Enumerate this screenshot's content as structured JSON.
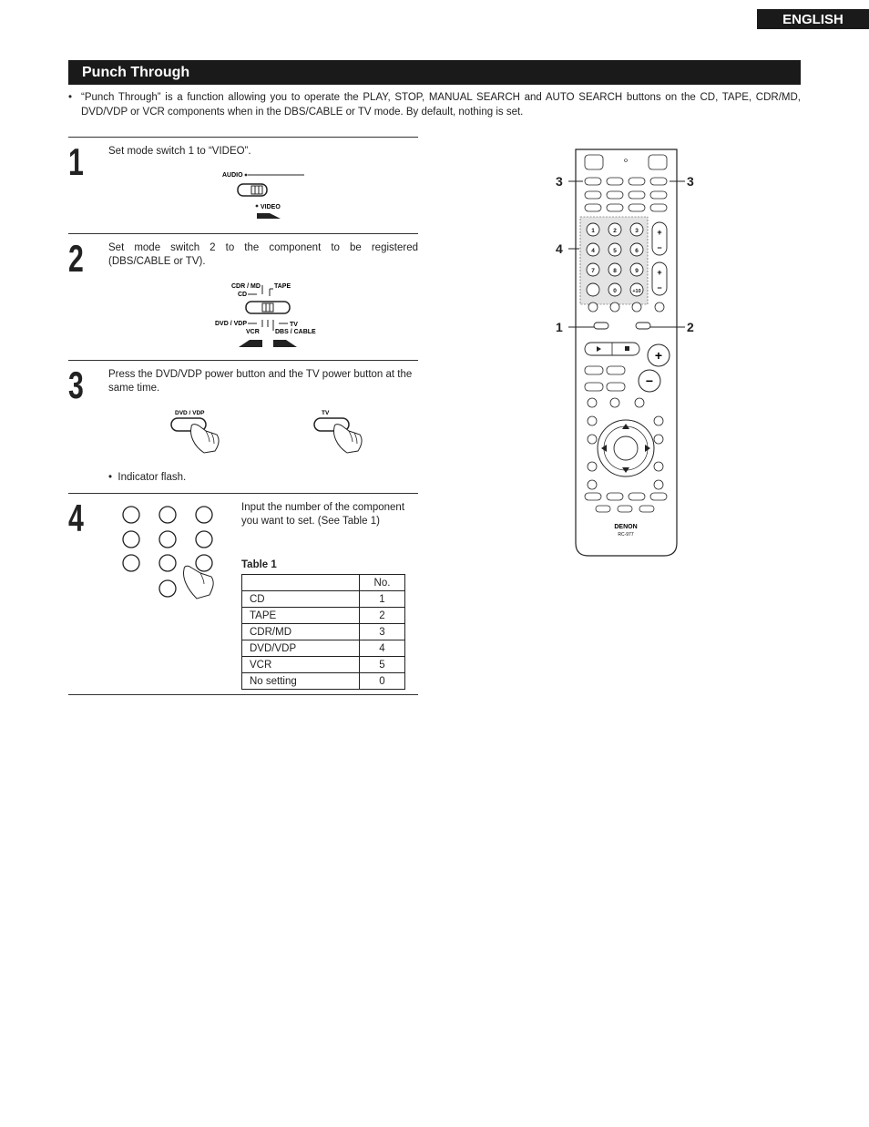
{
  "header": {
    "language_tab": "ENGLISH"
  },
  "section": {
    "title": "Punch Through"
  },
  "intro": {
    "bullet": "•",
    "text": "“Punch Through” is a function allowing you to operate the PLAY, STOP, MANUAL SEARCH and AUTO SEARCH buttons on the CD, TAPE, CDR/MD, DVD/VDP or VCR components when in the DBS/CABLE or TV mode. By default, nothing is set."
  },
  "steps": [
    {
      "number": "1",
      "text": "Set mode switch 1 to “VIDEO”.",
      "figure": {
        "audio_label": "AUDIO",
        "video_label": "VIDEO"
      }
    },
    {
      "number": "2",
      "text": "Set mode switch 2 to the component to be registered (DBS/CABLE or TV).",
      "figure": {
        "cdr_md_label": "CDR / MD",
        "cd_label": "CD",
        "tape_label": "TAPE",
        "dvd_vdp_label": "DVD / VDP",
        "vcr_label": "VCR",
        "tv_label": "TV",
        "dbs_cable_label": "DBS / CABLE"
      }
    },
    {
      "number": "3",
      "text": "Press the DVD/VDP power button and the TV power button at the same time.",
      "figure": {
        "dvd_vdp_button": "DVD / VDP",
        "tv_button": "TV"
      },
      "note_bullet": "•",
      "note": "Indicator flash."
    },
    {
      "number": "4",
      "text": "Input the number of the component you want to set. (See Table 1)"
    }
  ],
  "table1": {
    "caption": "Table 1",
    "header": {
      "name": "",
      "no": "No."
    },
    "rows": [
      {
        "name": "CD",
        "no": "1"
      },
      {
        "name": "TAPE",
        "no": "2"
      },
      {
        "name": "CDR/MD",
        "no": "3"
      },
      {
        "name": "DVD/VDP",
        "no": "4"
      },
      {
        "name": "VCR",
        "no": "5"
      },
      {
        "name": "No setting",
        "no": "0"
      }
    ]
  },
  "remote": {
    "brand": "DENON",
    "model": "RC-977",
    "keypad_numbers": [
      "1",
      "2",
      "3",
      "4",
      "5",
      "6",
      "7",
      "8",
      "9",
      "0",
      "+10"
    ],
    "callouts": {
      "left_top": "3",
      "right_top": "3",
      "keypad": "4",
      "switch1": "1",
      "switch2": "2"
    }
  }
}
